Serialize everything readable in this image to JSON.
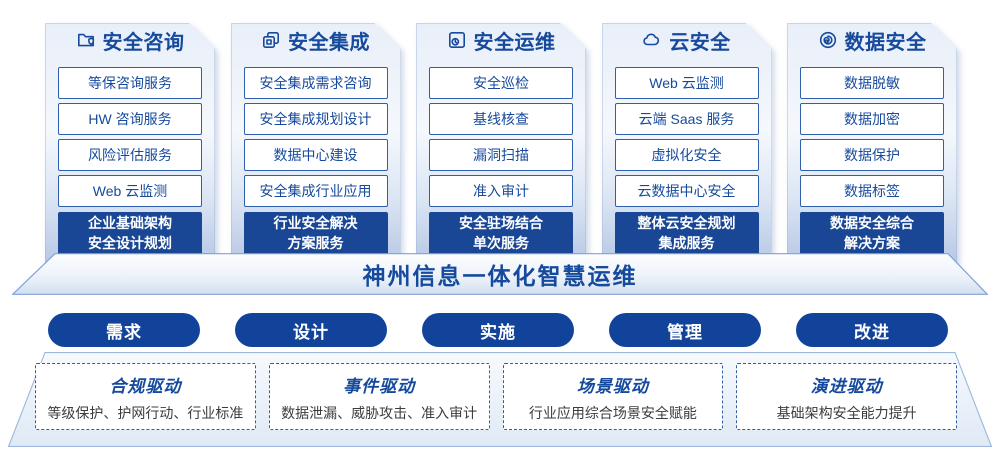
{
  "columns": [
    {
      "title": "安全咨询",
      "icon": "folder-shield-icon",
      "items": [
        "等保咨询服务",
        "HW 咨询服务",
        "风险评估服务",
        "Web 云监测"
      ],
      "highlight": "企业基础架构\n安全设计规划"
    },
    {
      "title": "安全集成",
      "icon": "copy-documents-icon",
      "items": [
        "安全集成需求咨询",
        "安全集成规划设计",
        "数据中心建设",
        "安全集成行业应用"
      ],
      "highlight": "行业安全解决\n方案服务"
    },
    {
      "title": "安全运维",
      "icon": "panel-clock-icon",
      "items": [
        "安全巡检",
        "基线核查",
        "漏洞扫描",
        "准入审计"
      ],
      "highlight": "安全驻场结合\n单次服务"
    },
    {
      "title": "云安全",
      "icon": "cloud-icon",
      "items": [
        "Web 云监测",
        "云端 Saas 服务",
        "虚拟化安全",
        "云数据中心安全"
      ],
      "highlight": "整体云安全规划\n集成服务"
    },
    {
      "title": "数据安全",
      "icon": "data-spiral-icon",
      "items": [
        "数据脱敏",
        "数据加密",
        "数据保护",
        "数据标签"
      ],
      "highlight": "数据安全综合\n解决方案"
    }
  ],
  "banner": {
    "title": "神州信息一体化智慧运维"
  },
  "process_steps": [
    "需求",
    "设计",
    "实施",
    "管理",
    "改进"
  ],
  "drivers": [
    {
      "title": "合规驱动",
      "desc": "等级保护、护网行动、行业标准"
    },
    {
      "title": "事件驱动",
      "desc": "数据泄漏、威胁攻击、准入审计"
    },
    {
      "title": "场景驱动",
      "desc": "行业应用综合场景安全赋能"
    },
    {
      "title": "演进驱动",
      "desc": "基础架构安全能力提升"
    }
  ],
  "colors": {
    "primary_blue": "#164a9d",
    "highlight_bg": "#1a4795",
    "pill_bg": "#12439a",
    "item_border": "#2e5fae",
    "dashed_border": "#2e5fa8",
    "desc_text": "#3c3c3c",
    "panel_bottom": "#b7c7e5"
  }
}
